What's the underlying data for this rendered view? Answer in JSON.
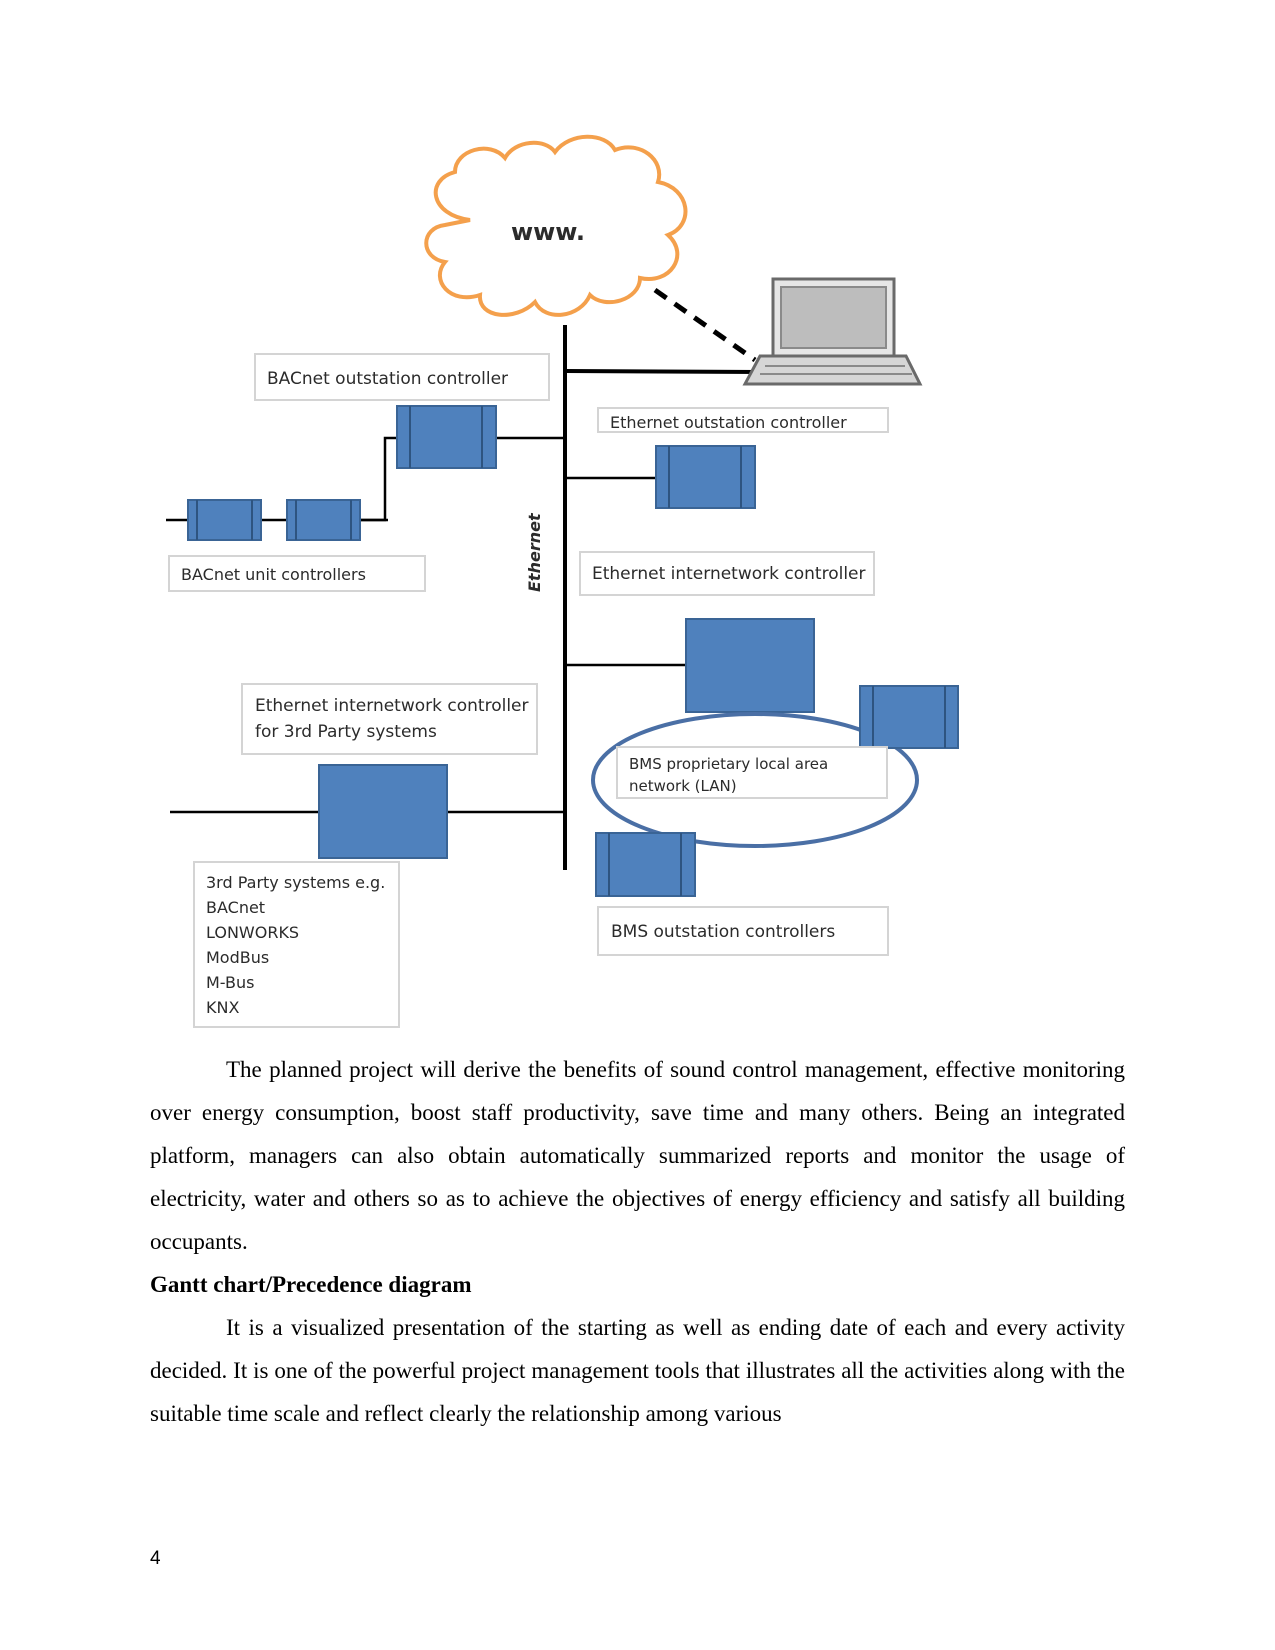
{
  "diagram": {
    "cloud_label": "www.",
    "ethernet_label": "Ethernet",
    "bacnet_outstation": "BACnet outstation controller",
    "bacnet_unit": "BACnet unit controllers",
    "eth_outstation": "Ethernet outstation controller",
    "eth_internetwork": "Ethernet internetwork controller",
    "eth_3rd_line1": "Ethernet internetwork controller",
    "eth_3rd_line2": "for 3rd Party systems",
    "bms_lan_line1": "BMS proprietary local area",
    "bms_lan_line2": "network (LAN)",
    "bms_outstation": "BMS outstation controllers",
    "third_party": [
      "3rd Party systems e.g.",
      "BACnet",
      "LONWORKS",
      "ModBus",
      "M-Bus",
      "KNX"
    ],
    "colors": {
      "cloud": "#f4a04c",
      "unit": "#4f81bd",
      "lan_ellipse": "#4a6fa5"
    }
  },
  "body": {
    "paragraph1": "The planned project will derive the benefits of sound control management, effective monitoring over energy consumption, boost staff productivity, save time and many others. Being an integrated platform, managers can also obtain automatically summarized reports and monitor the usage of electricity, water and others so as to achieve the objectives of energy efficiency and satisfy all building occupants.",
    "heading": "Gantt chart/Precedence diagram",
    "paragraph2": "It is a visualized presentation of the starting as well as ending date of each and every activity decided. It is one of the powerful project management tools that illustrates all the activities along with the suitable time scale and reflect clearly the relationship among various"
  },
  "page_number": "4"
}
